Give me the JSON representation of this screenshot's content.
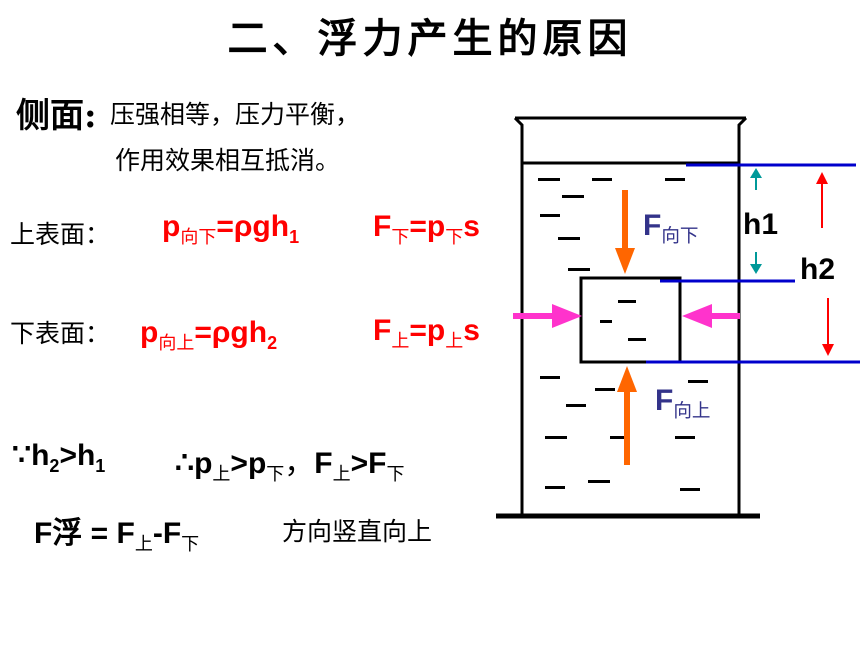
{
  "title": "二、浮力产生的原因",
  "side": {
    "heading": "侧面:",
    "line1": "压强相等，压力平衡，",
    "line2": "作用效果相互抵消。"
  },
  "upper": {
    "label": "上表面：",
    "p_var": "p",
    "p_sub": "向下",
    "p_eq": "=ρgh",
    "p_sub2": "1",
    "f_var": "F",
    "f_sub": "下",
    "f_eq": "=p",
    "f_sub2": "下",
    "f_end": "s"
  },
  "lower": {
    "label": "下表面：",
    "p_var": "p",
    "p_sub": "向上",
    "p_eq": "=ρgh",
    "p_sub2": "2",
    "f_var": "F",
    "f_sub": "上",
    "f_eq": "=p",
    "f_sub2": "上",
    "f_end": "s"
  },
  "reason": {
    "because": "∵h",
    "b_sub": "2",
    "gt": ">h",
    "b_sub2": "1",
    "therefore": "∴p",
    "t_sub": "上",
    "t_gt": ">p",
    "t_sub2": "下",
    "comma": "，",
    "f_var": "F",
    "f_sub": "上",
    "f_gt": ">F",
    "f_sub2": "下"
  },
  "buoyancy": {
    "f": "F浮 = F",
    "f_sub": "上",
    "minus": "-F",
    "f_sub2": "下",
    "direction": "方向竖直向上"
  },
  "diagram": {
    "f_down": "F",
    "f_down_sub": "向下",
    "f_up": "F",
    "f_up_sub": "向上",
    "h1": "h1",
    "h2": "h2"
  },
  "colors": {
    "red": "#ff0000",
    "orange": "#ff6600",
    "magenta": "#ff33cc",
    "blue": "#0000cc",
    "teal": "#009999",
    "label_blue": "#33338a"
  }
}
